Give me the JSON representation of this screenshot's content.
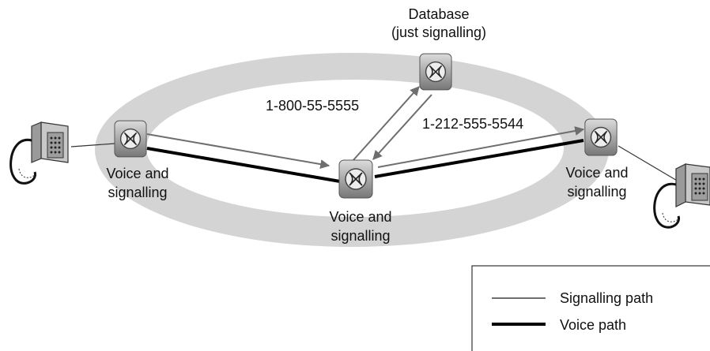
{
  "diagram": {
    "nodes": {
      "database": {
        "label_line1": "Database",
        "label_line2": "(just signalling)"
      },
      "left_switch": {
        "label_line1": "Voice and",
        "label_line2": "signalling"
      },
      "center_switch": {
        "label_line1": "Voice and",
        "label_line2": "signalling"
      },
      "right_switch": {
        "label_line1": "Voice and",
        "label_line2": "signalling"
      }
    },
    "annotations": {
      "dialed_number": "1-800-55-5555",
      "translated_number": "1-212-555-5544"
    },
    "legend": {
      "signalling": "Signalling path",
      "voice": "Voice path"
    },
    "colors": {
      "ring": "#d4d4d4",
      "signalling_line": "#707070",
      "voice_line": "#000000",
      "switch_top": "#d8d8d8",
      "switch_bottom": "#7a7a7a"
    },
    "icons": {
      "switch": "router-cross-icon",
      "phone": "telephone-icon"
    }
  }
}
